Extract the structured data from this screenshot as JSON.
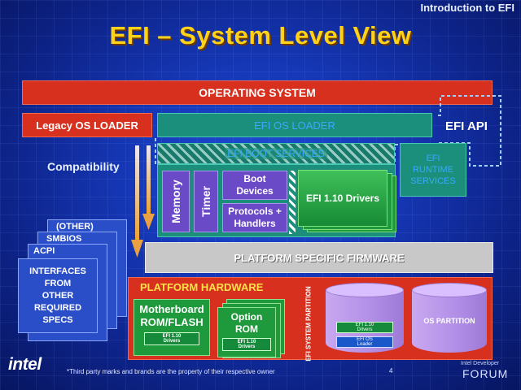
{
  "corner_title": "Introduction to EFI",
  "title": "EFI – System Level View",
  "os_bar": "OPERATING SYSTEM",
  "legacy_loader": "Legacy OS LOADER",
  "efi_os_loader": "EFI OS LOADER",
  "efi_api": "EFI API",
  "boot_services": "EFI BOOT SERVICES",
  "runtime_services": [
    "EFI",
    "RUNTIME",
    "SERVICES"
  ],
  "compatibility": "Compatibility",
  "memory": "Memory",
  "timer": "Timer",
  "boot_devices": [
    "Boot",
    "Devices"
  ],
  "protocols": [
    "Protocols +",
    "Handlers"
  ],
  "drivers": "EFI 1.10 Drivers",
  "platform_firmware": "PLATFORM  SPECIFIC FIRMWARE",
  "stack_items": [
    "(OTHER)",
    "SMBIOS",
    "ACPI"
  ],
  "interfaces": [
    "INTERFACES",
    "FROM",
    "OTHER",
    "REQUIRED",
    "SPECS"
  ],
  "platform_hardware": "PLATFORM HARDWARE",
  "motherboard": [
    "Motherboard",
    "ROM/FLASH"
  ],
  "option_rom": [
    "Option",
    "ROM"
  ],
  "mini_drivers": [
    "EFI 1.10",
    "Drivers"
  ],
  "system_partition": "EFI SYSTEM PARTITION",
  "partition_drivers": [
    "EFI 1.10",
    "Drivers"
  ],
  "partition_loader": [
    "EFI OS",
    "Loader"
  ],
  "os_partition": "OS PARTITION",
  "intel_logo": "intel",
  "footnote": "*Third party marks and brands are the property of their respective owner",
  "page_number": "4",
  "forum_small": [
    "Intel Developer"
  ],
  "forum": "FORUM",
  "colors": {
    "red": "#d8301e",
    "teal": "#1c8f7c",
    "yellow": "#ffd21a",
    "purple": "#6b4ac8",
    "green": "#1e9a3c",
    "gray": "#c8c8c8"
  }
}
